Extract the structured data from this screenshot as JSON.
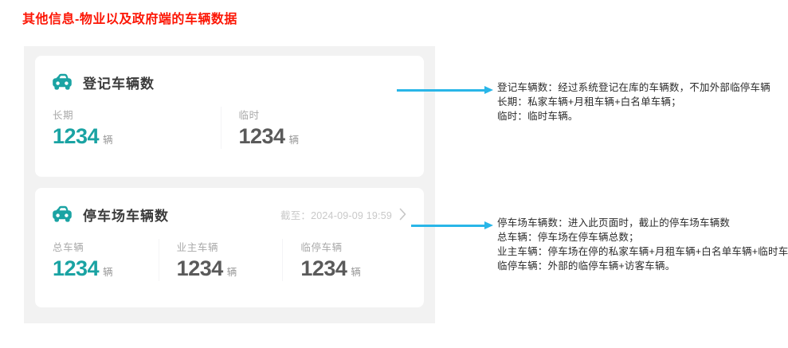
{
  "page": {
    "title": "其他信息-物业以及政府端的车辆数据",
    "title_color": "#fc1605",
    "accent_color": "#1aa3a3",
    "arrow_color": "#29b6e8"
  },
  "cards": [
    {
      "icon": "car-icon",
      "title": "登记车辆数",
      "timestamp": "",
      "has_chevron": false,
      "stats": [
        {
          "label": "长期",
          "value": "1234",
          "unit": "辆",
          "accent": true
        },
        {
          "label": "临时",
          "value": "1234",
          "unit": "辆",
          "accent": false
        }
      ]
    },
    {
      "icon": "car-icon",
      "title": "停车场车辆数",
      "timestamp": "截至：2024-09-09 19:59",
      "has_chevron": true,
      "stats": [
        {
          "label": "总车辆",
          "value": "1234",
          "unit": "辆",
          "accent": true
        },
        {
          "label": "业主车辆",
          "value": "1234",
          "unit": "辆",
          "accent": false
        },
        {
          "label": "临停车辆",
          "value": "1234",
          "unit": "辆",
          "accent": false
        }
      ]
    }
  ],
  "annotations": [
    {
      "lines": [
        "登记车辆数：经过系统登记在库的车辆数，不加外部临停车辆",
        "长期：私家车辆+月租车辆+白名单车辆；",
        "临时：临时车辆。"
      ]
    },
    {
      "lines": [
        "停车场车辆数：进入此页面时，截止的停车场车辆数",
        "总车辆：停车场在停车辆总数；",
        "业主车辆：停车场在停的私家车辆+月租车辆+白名单车辆+临时车",
        "临停车辆：外部的临停车辆+访客车辆。"
      ]
    }
  ]
}
